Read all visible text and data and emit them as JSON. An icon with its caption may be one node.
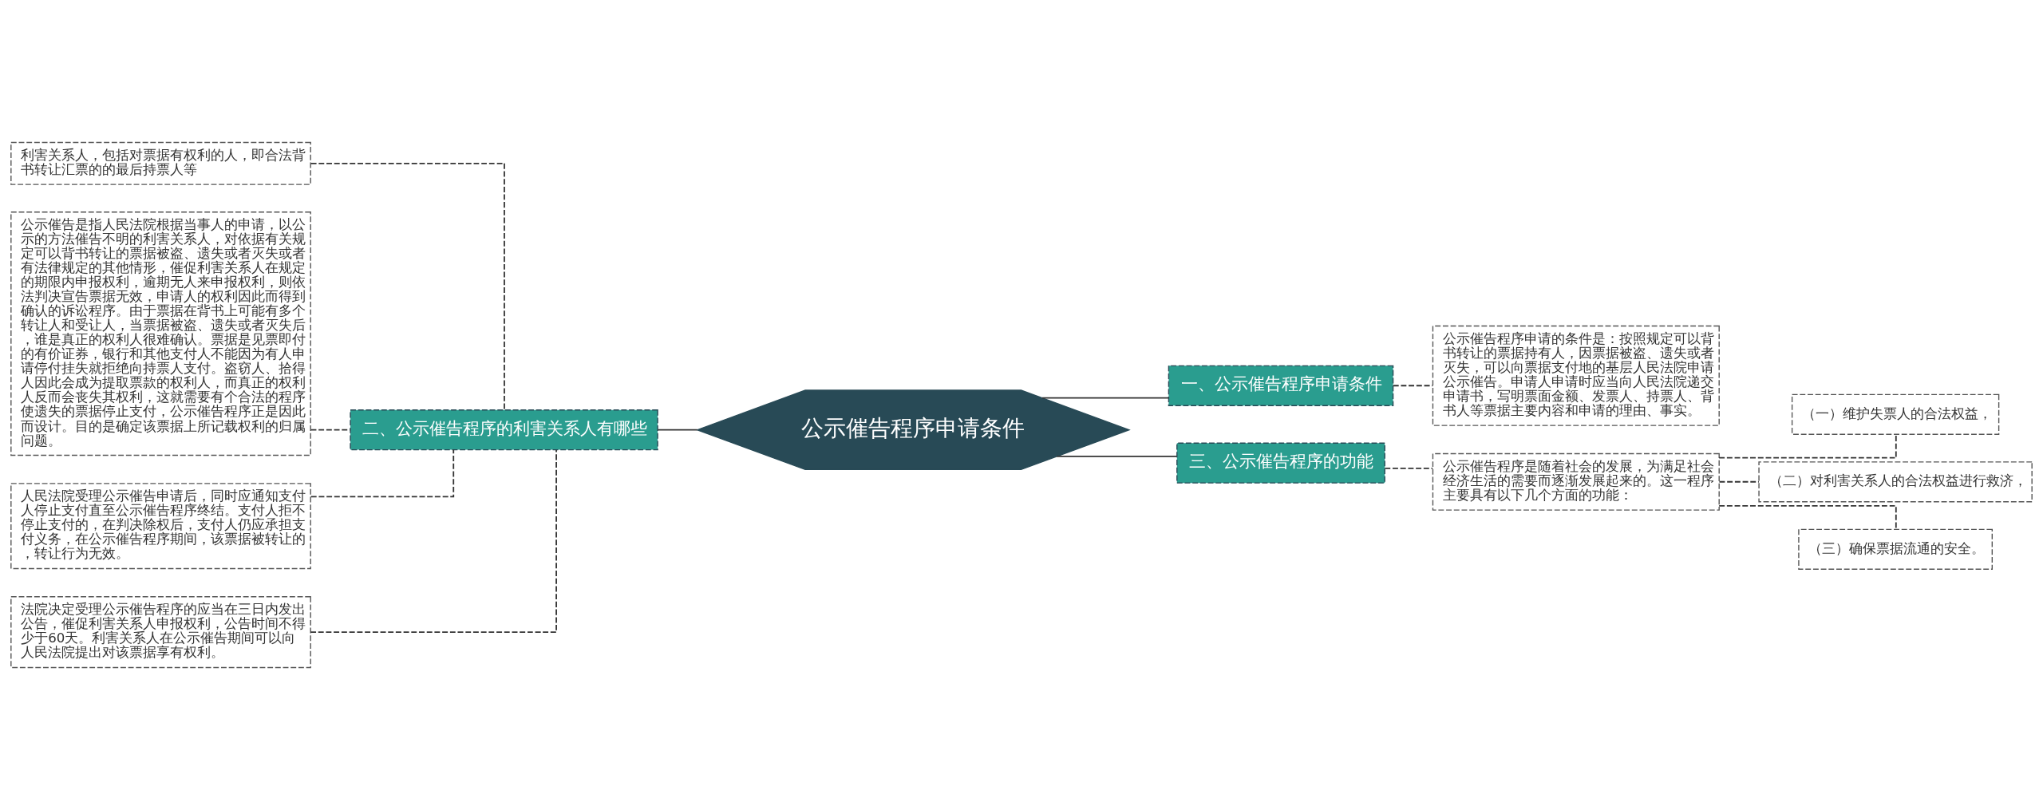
{
  "diagram": {
    "nodes": [
      {
        "text": [
          "公示催告程序申请条件"
        ]
      },
      {
        "text": [
          "一、公示催告程序申请条件"
        ]
      },
      {
        "text": [
          "公示催告程序申请的条件是：按照规定可以背书转让的票据持有人，因票据被盗、遗失或者灭失，可以向票据支付地的基层人民法院申请公示催告。申请人申请时应当向人民法院递交申请书，写明票面金额、发票人、持票人、背书人等票据主要内容和申请的理由、事实。"
        ]
      },
      {
        "text": [
          "三、公示催告程序的功能"
        ]
      },
      {
        "text": [
          "公示催告程序是随着社会的发展，为满足社会经济生活的需要而逐渐发展起来的。这一程序主要具有以下几个方面的功能："
        ]
      },
      {
        "text": [
          "（一）维护失票人的合法权益，"
        ]
      },
      {
        "text": [
          "（二）对利害关系人的合法权益进行救济，"
        ]
      },
      {
        "text": [
          "（三）确保票据流通的安全。"
        ]
      },
      {
        "text": [
          "二、公示催告程序的利害关系人有哪些"
        ]
      },
      {
        "text": [
          "利害关系人，包括对票据有权利的人，即合法背书转让汇票的的最后持票人等"
        ]
      },
      {
        "text": [
          "公示催告是指人民法院根据当事人的申请，以公示的方法催告不明的利害关系人，对依据有关规定可以背书转让的票据被盗、遗失或者灭失或者有法律规定的其他情形，催促利害关系人在规定的期限内申报权利，逾期无人来申报权利，则依法判决宣告票据无效，申请人的权利因此而得到确认的诉讼程序。由于票据在背书上可能有多个转让人和受让人，当票据被盗、遗失或者灭失后，谁是真正的权利人很难确认。票据是见票即付的有价证券，银行和其他支付人不能因为有人申请停付挂失就拒绝向持票人支付。盗窃人、拾得人因此会成为提取票款的权利人，而真正的权利人反而会丧失其权利，这就需要有个合法的程序使遗失的票据停止支付，公示催告程序正是因此而设计。目的是确定该票据上所记载权利的归属问题。"
        ]
      },
      {
        "text": [
          "人民法院受理公示催告申请后，同时应通知支付人停止支付直至公示催告程序终结。支付人拒不停止支付的，在判决除权后，支付人仍应承担支付义务，在公示催告程序期间，该票据被转让的，转让行为无效。"
        ]
      },
      {
        "text": [
          "法院决定受理公示催告程序的应当在三日内发出公告，催促利害关系人申报权利，公告时间不得少于60天。利害关系人在公示催告期间可以向人民法院提出对该票据享有权利。"
        ]
      }
    ],
    "edges": [
      {
        "from": 0,
        "to": 1,
        "arrow": "none"
      },
      {
        "from": 1,
        "to": 2,
        "arrow": "none",
        "style": "dashed"
      },
      {
        "from": 0,
        "to": 3,
        "arrow": "none"
      },
      {
        "from": 3,
        "to": 4,
        "arrow": "none",
        "style": "dashed"
      },
      {
        "from": 4,
        "to": 5,
        "arrow": "none",
        "style": "dashed"
      },
      {
        "from": 4,
        "to": 6,
        "arrow": "none",
        "style": "dashed"
      },
      {
        "from": 4,
        "to": 7,
        "arrow": "none",
        "style": "dashed"
      },
      {
        "from": 0,
        "to": 8,
        "arrow": "none"
      },
      {
        "from": 8,
        "to": 9,
        "arrow": "none",
        "style": "dashed"
      },
      {
        "from": 8,
        "to": 10,
        "arrow": "none",
        "style": "dashed"
      },
      {
        "from": 8,
        "to": 11,
        "arrow": "none",
        "style": "dashed"
      },
      {
        "from": 8,
        "to": 12,
        "arrow": "none",
        "style": "dashed"
      }
    ]
  }
}
